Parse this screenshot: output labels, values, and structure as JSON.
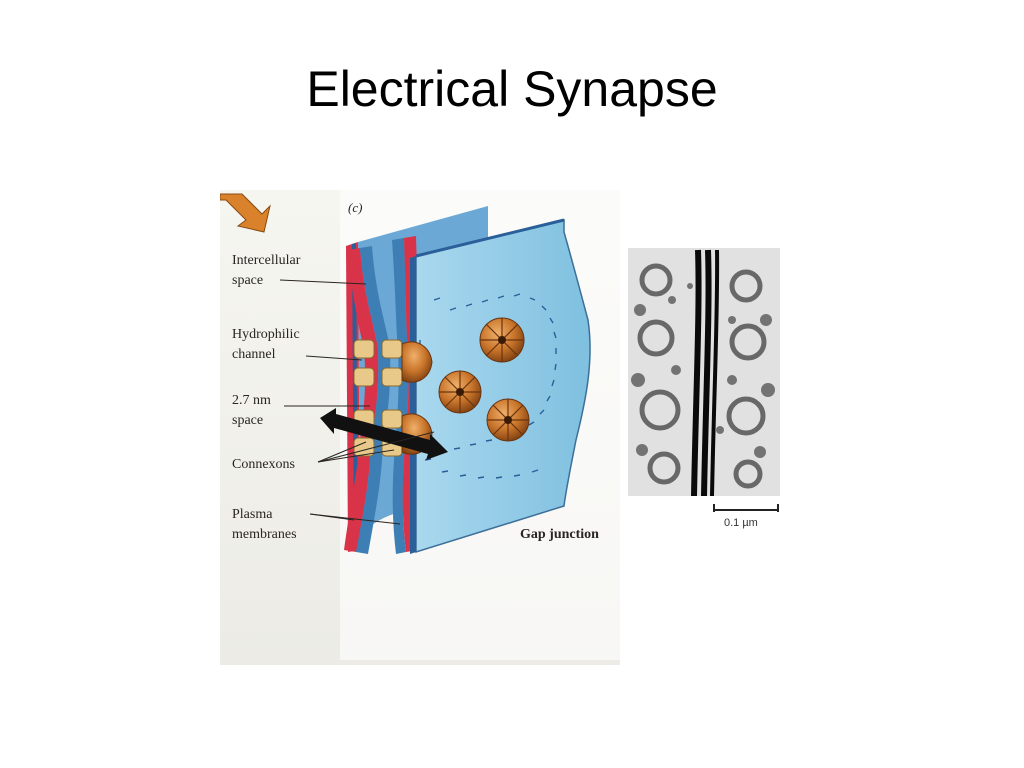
{
  "slide": {
    "title": "Electrical Synapse"
  },
  "figure": {
    "panel_letter": "(c)",
    "labels": {
      "intercellular_space_line1": "Intercellular",
      "intercellular_space_line2": "space",
      "hydrophilic_channel_line1": "Hydrophilic",
      "hydrophilic_channel_line2": "channel",
      "gap_space_line1": "2.7 nm",
      "gap_space_line2": "space",
      "connexons": "Connexons",
      "plasma_membranes_line1": "Plasma",
      "plasma_membranes_line2": "membranes",
      "gap_junction": "Gap junction",
      "scale_bar": "0.1 µm"
    },
    "colors": {
      "membrane_blue": "#8ecae6",
      "membrane_dark_blue": "#3d7fb5",
      "membrane_red": "#d9334a",
      "connexon_orange": "#c8742a",
      "arrow_orange": "#d9822b",
      "paper_bg": "#f4f4ef"
    }
  }
}
